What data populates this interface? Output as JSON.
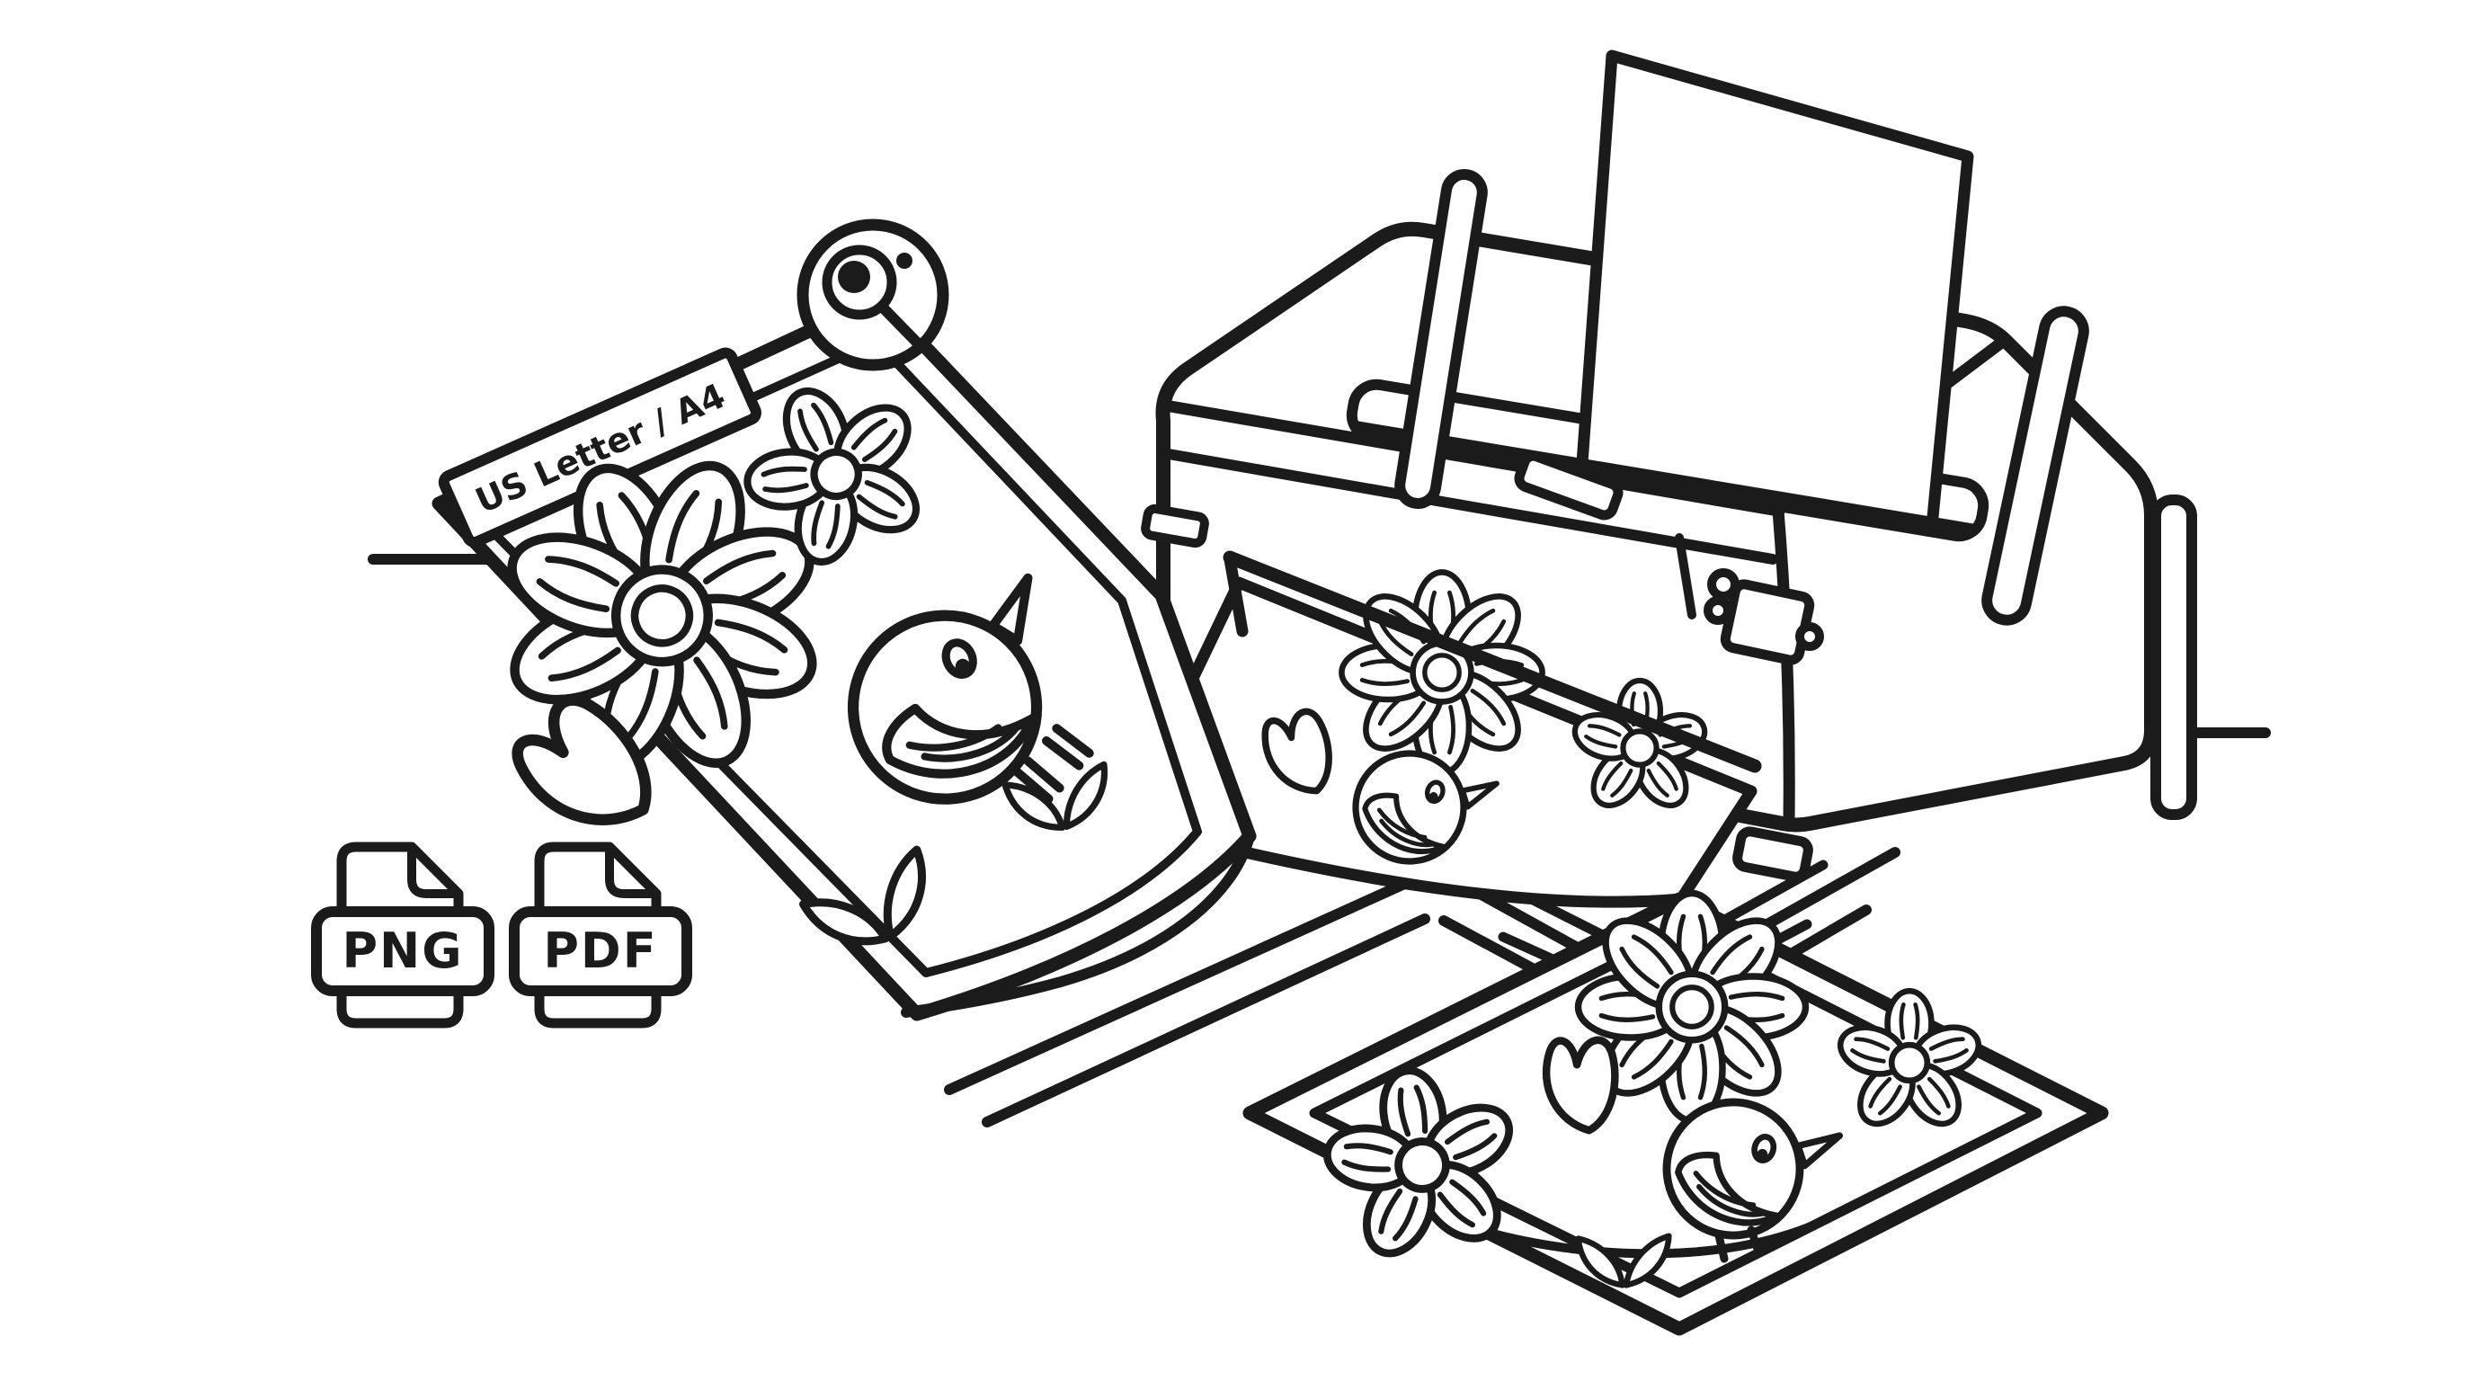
{
  "illustration": {
    "background_color": "#ffffff",
    "ink_color": "#1b1b1b",
    "paper_sheet": {
      "size_label": "US Letter / A4"
    },
    "format_badges": {
      "png_label": "PNG",
      "pdf_label": "PDF"
    },
    "icons": [
      "magnifier-icon",
      "png-file-icon",
      "pdf-file-icon",
      "printer-icon",
      "blank-paper",
      "coloring-sheet-bird",
      "coloring-sheet-flowers",
      "printed-output-sheet",
      "flat-printed-sheet"
    ]
  }
}
